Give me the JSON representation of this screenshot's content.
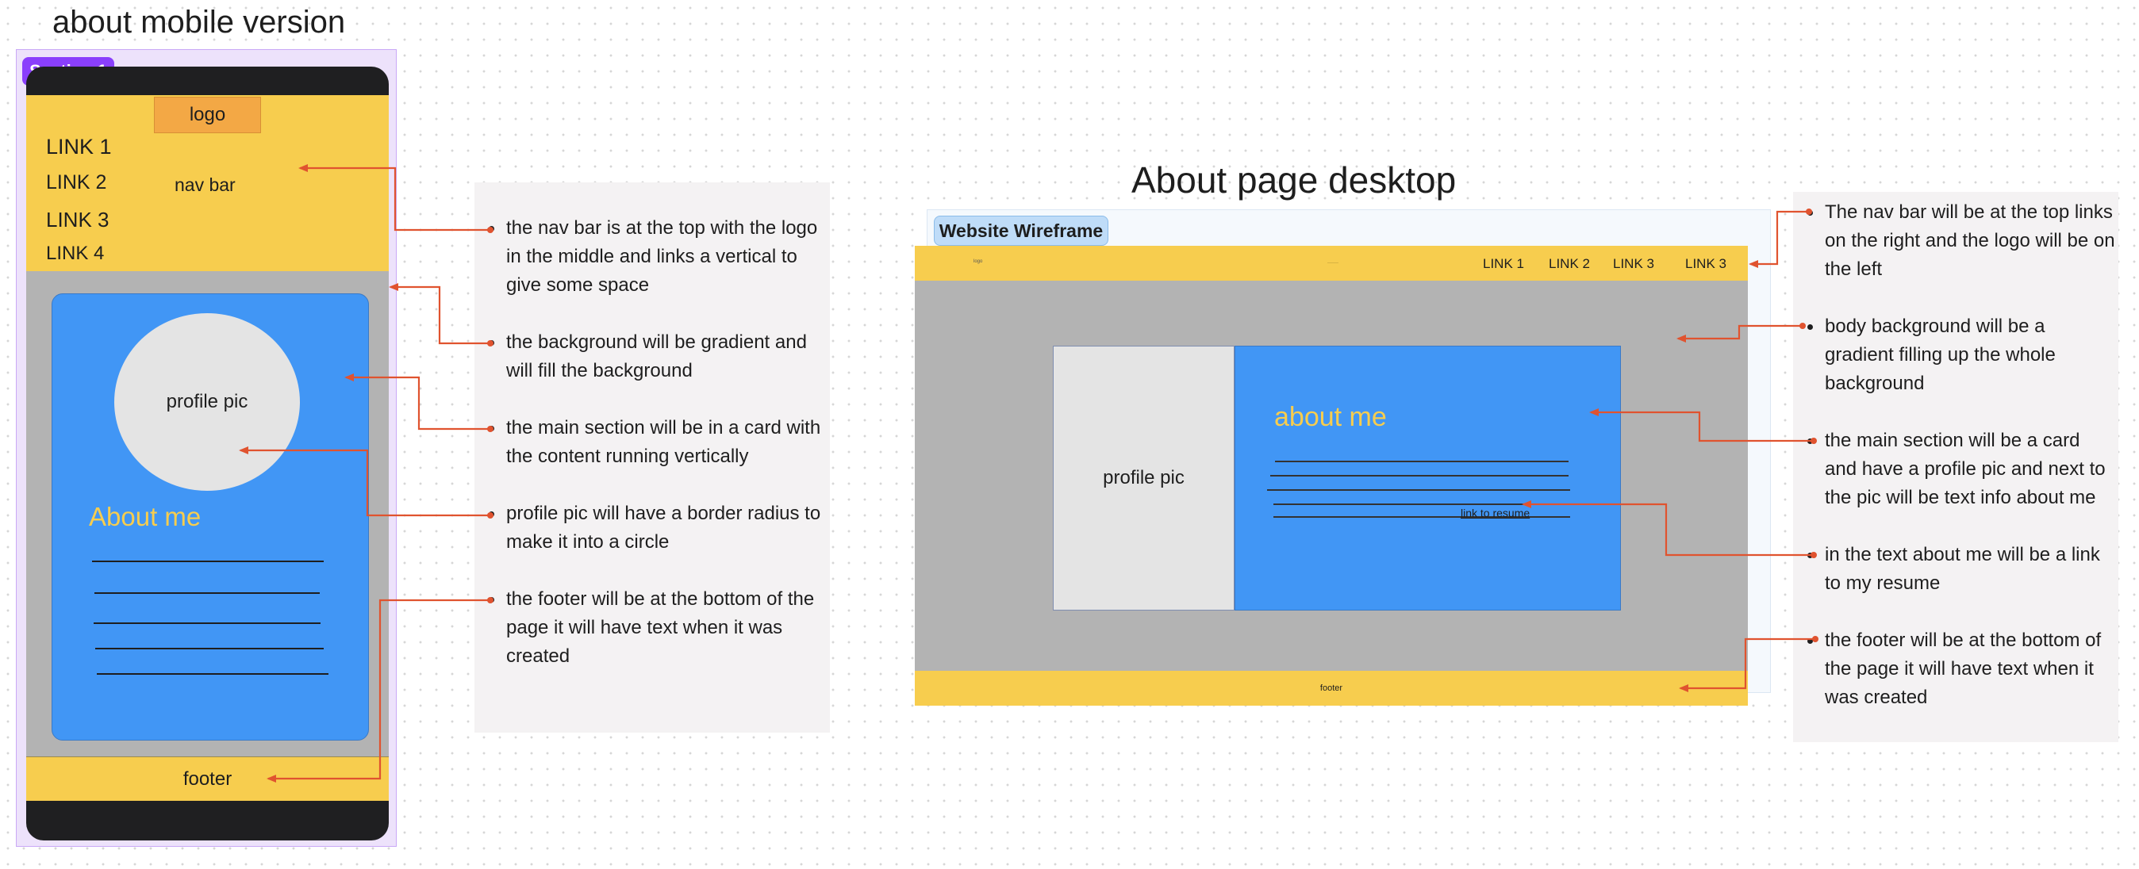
{
  "mobile": {
    "title": "about mobile version",
    "section_label": "Section 1",
    "logo": "logo",
    "links": [
      "LINK 1",
      "LINK 2",
      "LINK 3",
      "LINK 4"
    ],
    "nav_label": "nav bar",
    "profile_pic": "profile pic",
    "about_heading": "About me",
    "footer": "footer"
  },
  "mobile_notes": [
    " the nav bar is at the top with the logo in the middle and links a vertical to give some space",
    "the background will be gradient and will fill the background",
    "the main section will be in a card with the content running vertically",
    "profile pic will have a border radius to make it into a circle",
    "the footer will be at the bottom of the page it will have text when it was created"
  ],
  "desktop": {
    "title": "About page desktop",
    "frame_label": "Website Wireframe",
    "logo_text": "logo",
    "links": [
      "LINK 1",
      "LINK 2",
      "LINK 3",
      "LINK 3"
    ],
    "profile_pic": "profile pic",
    "about_heading": "about me",
    "resume_link": "link to resume",
    "footer": "footer"
  },
  "desktop_notes": [
    " The nav bar will be at the top links on the right and the logo will be on the left",
    "body background will be a gradient filling up the whole background",
    "the main section will be a card and have a profile pic and next to the pic will be text info about me",
    "in the text about me will be a link to my resume",
    "the footer will be at the bottom of the page it will have text when it was created"
  ],
  "colors": {
    "yellow": "#f7cd4e",
    "logo_orange": "#f3a845",
    "grey": "#b3b3b3",
    "blue": "#4196f5",
    "about_yellow": "#f7cd4e",
    "purple_label": "#8a3ffc",
    "connector": "#e0532f"
  }
}
